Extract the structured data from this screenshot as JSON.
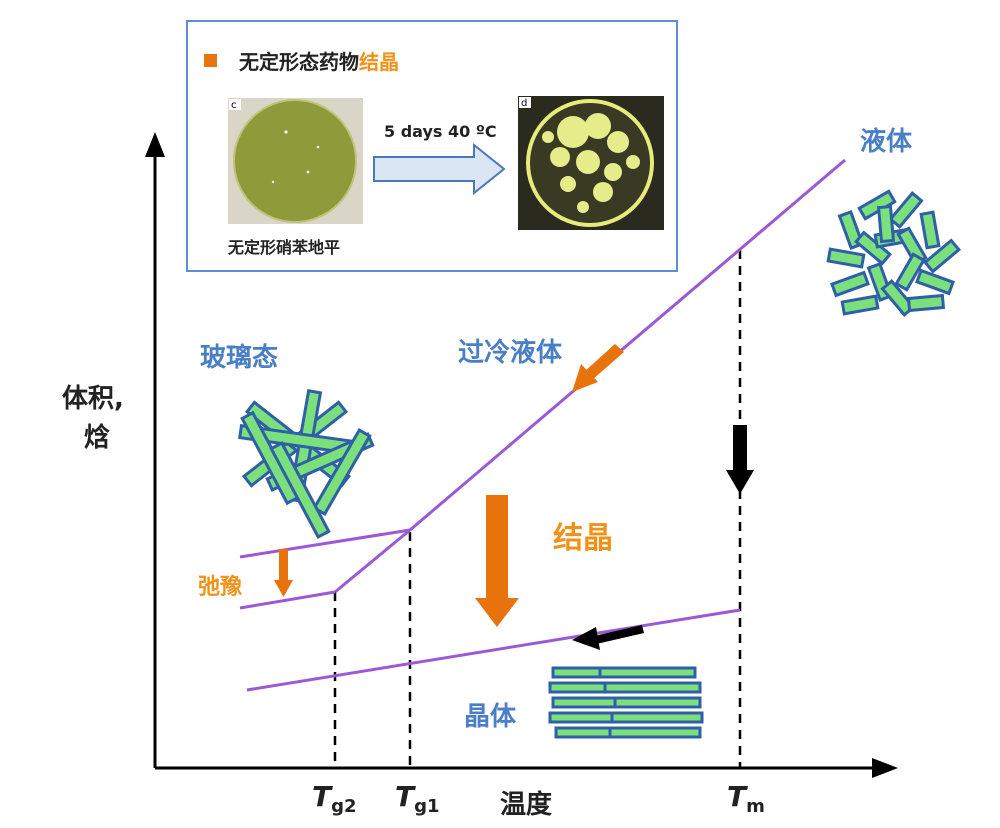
{
  "inset": {
    "legend_text": "无定形态药物",
    "legend_highlight": "结晶",
    "days_label": "5 days 40 ºC",
    "photo_before_tag": "c",
    "photo_after_tag": "d",
    "photo_before_caption": "无定形硝苯地平"
  },
  "axes": {
    "y_label_line1": "体积,",
    "y_label_line2": "焓",
    "x_label": "温度"
  },
  "ticks": {
    "tg2_main": "T",
    "tg2_sub": "g2",
    "tg1_main": "T",
    "tg1_sub": "g1",
    "tm_main": "T",
    "tm_sub": "m"
  },
  "regions": {
    "liquid": "液体",
    "supercooled": "过冷液体",
    "glass": "玻璃态",
    "crystal": "晶体",
    "crystallization": "结晶",
    "relaxation": "弛豫"
  },
  "colors": {
    "curve": "#9b59d6",
    "blue_label": "#4a7fc8",
    "orange": "#e8720c",
    "rod_fill": "#7be07b",
    "rod_stroke": "#2f5fa8"
  }
}
